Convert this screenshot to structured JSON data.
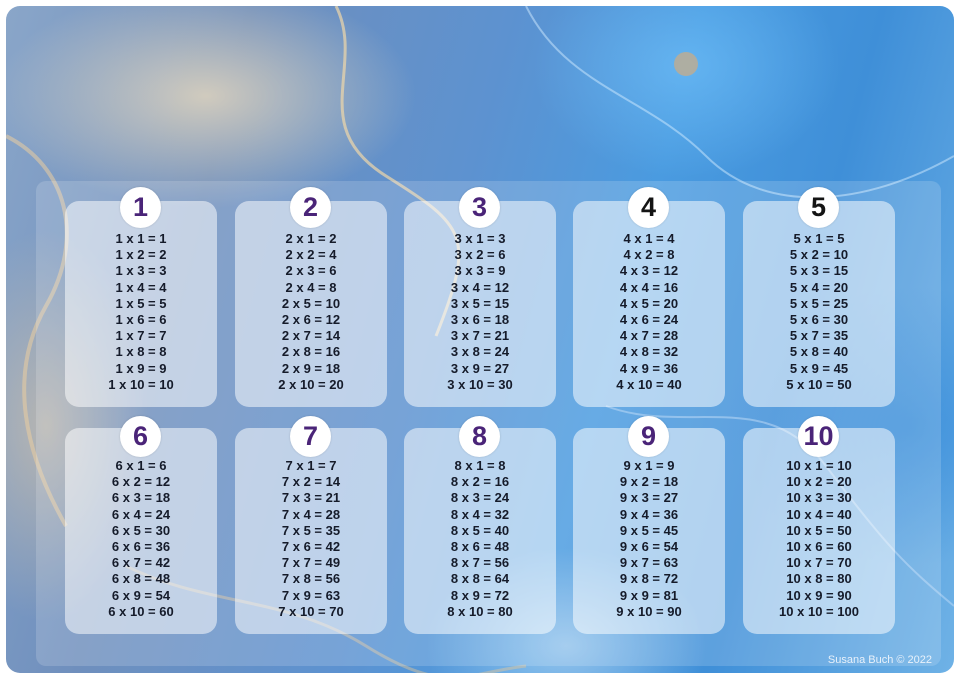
{
  "credit": "Susana Buch © 2022",
  "tables": [
    {
      "number": "1",
      "rows": [
        "1 x 1 = 1",
        "1 x 2 = 2",
        "1 x 3 = 3",
        "1 x 4 = 4",
        "1 x 5 = 5",
        "1 x 6 = 6",
        "1 x 7 = 7",
        "1 x 8 = 8",
        "1 x 9 = 9",
        "1 x 10 = 10"
      ]
    },
    {
      "number": "2",
      "rows": [
        "2 x 1 = 2",
        "2 x 2 = 4",
        "2 x 3 = 6",
        "2 x 4 = 8",
        "2 x 5 = 10",
        "2 x 6 = 12",
        "2 x 7 = 14",
        "2 x 8 = 16",
        "2 x 9 = 18",
        "2 x 10 = 20"
      ]
    },
    {
      "number": "3",
      "rows": [
        "3 x 1 = 3",
        "3 x 2 = 6",
        "3 x 3 = 9",
        "3 x 4 = 12",
        "3 x 5 = 15",
        "3 x 6 = 18",
        "3 x 7 = 21",
        "3 x 8 = 24",
        "3 x 9 = 27",
        "3 x 10 = 30"
      ]
    },
    {
      "number": "4",
      "rows": [
        "4 x 1 = 4",
        "4 x 2 = 8",
        "4 x 3 = 12",
        "4 x 4 = 16",
        "4 x 5 = 20",
        "4 x 6 = 24",
        "4 x 7 = 28",
        "4 x 8 = 32",
        "4 x 9 = 36",
        "4 x 10 = 40"
      ]
    },
    {
      "number": "5",
      "rows": [
        "5 x 1 = 5",
        "5 x 2 = 10",
        "5 x 3 = 15",
        "5 x 4 = 20",
        "5 x 5 = 25",
        "5 x 6 = 30",
        "5 x 7 = 35",
        "5 x 8 = 40",
        "5 x 9 = 45",
        "5 x 10 = 50"
      ]
    },
    {
      "number": "6",
      "rows": [
        "6 x 1 = 6",
        "6 x 2 = 12",
        "6 x 3 = 18",
        "6 x 4 = 24",
        "6 x 5 = 30",
        "6 x 6 = 36",
        "6 x 7 = 42",
        "6 x 8 = 48",
        "6 x 9 = 54",
        "6 x 10 = 60"
      ]
    },
    {
      "number": "7",
      "rows": [
        "7 x 1 = 7",
        "7 x 2 = 14",
        "7 x 3 = 21",
        "7 x 4 = 28",
        "7 x 5 = 35",
        "7 x 6 = 42",
        "7 x 7 = 49",
        "7 x 8 = 56",
        "7 x 9 = 63",
        "7 x 10 = 70"
      ]
    },
    {
      "number": "8",
      "rows": [
        "8 x 1 = 8",
        "8 x 2 = 16",
        "8 x 3 = 24",
        "8 x 4 = 32",
        "8 x 5 = 40",
        "8 x 6 = 48",
        "8 x 7 = 56",
        "8 x 8 = 64",
        "8 x 9 = 72",
        "8 x 10 = 80"
      ]
    },
    {
      "number": "9",
      "rows": [
        "9 x 1 = 9",
        "9 x 2 = 18",
        "9 x 3 = 27",
        "9 x 4 = 36",
        "9 x 5 = 45",
        "9 x 6 = 54",
        "9 x 7 = 63",
        "9 x 8 = 72",
        "9 x 9 = 81",
        "9 x 10 = 90"
      ]
    },
    {
      "number": "10",
      "rows": [
        "10 x 1 = 10",
        "10 x 2 = 20",
        "10 x 3 = 30",
        "10 x 4 = 40",
        "10 x 5 = 50",
        "10 x 6 = 60",
        "10 x 7 = 70",
        "10 x 8 = 80",
        "10 x 9 = 90",
        "10 x 10 = 100"
      ]
    }
  ]
}
